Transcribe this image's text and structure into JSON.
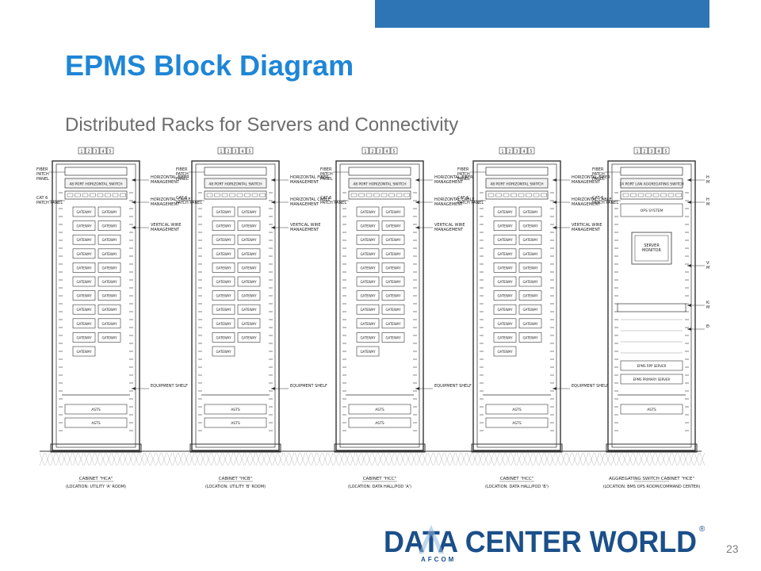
{
  "header": {
    "accent_color": "#2e75b6"
  },
  "slide": {
    "title": "EPMS Block Diagram",
    "subtitle": "Distributed Racks for Servers and Connectivity",
    "number": "23",
    "title_color": "#1f86d6"
  },
  "diagram": {
    "racks": [
      {
        "rack_units": [
          "1",
          "2",
          "3",
          "4",
          "5"
        ],
        "switch": "48 PORT HORIZONTAL SWITCH",
        "gateway_rows": 11,
        "gateway_label": "GATEWAY",
        "last_row_single": true,
        "bottom": [
          "ASTS",
          "ASTS"
        ],
        "left_callouts": [
          "FIBER PATCH PANEL",
          "CAT 6 PATCH PANEL"
        ],
        "right_callouts": [
          "HORIZONTAL FIBER MANAGEMENT",
          "HORIZONTAL CABLE MANAGEMENT",
          "VERTICAL WIRE MANAGEMENT",
          "EQUIPMENT SHELF"
        ],
        "caption": "CABINET \"HCA\"",
        "location": "(LOCATION: UTILITY 'A' ROOM)"
      },
      {
        "rack_units": [
          "1",
          "2",
          "3",
          "4",
          "5"
        ],
        "switch": "48 PORT HORIZONTAL SWITCH",
        "gateway_rows": 11,
        "gateway_label": "GATEWAY",
        "last_row_single": true,
        "bottom": [
          "ASTS",
          "ASTS"
        ],
        "left_callouts": [
          "FIBER PATCH PANEL",
          "CAT 6 PATCH PANEL"
        ],
        "right_callouts": [
          "HORIZONTAL FIBER MANAGEMENT",
          "HORIZONTAL CABLE MANAGEMENT",
          "VERTICAL WIRE MANAGEMENT",
          "EQUIPMENT SHELF"
        ],
        "caption": "CABINET \"HCB\"",
        "location": "(LOCATION: UTILITY 'B' ROOM)"
      },
      {
        "rack_units": [
          "1",
          "2",
          "3",
          "4",
          "5"
        ],
        "switch": "48 PORT HORIZONTAL SWITCH",
        "gateway_rows": 11,
        "gateway_label": "GATEWAY",
        "last_row_single": true,
        "bottom": [
          "ASTS",
          "ASTS"
        ],
        "left_callouts": [
          "FIBER PATCH PANEL",
          "CAT 6 PATCH PANEL"
        ],
        "right_callouts": [
          "HORIZONTAL FIBER MANAGEMENT",
          "HORIZONTAL CABLE MANAGEMENT",
          "VERTICAL WIRE MANAGEMENT",
          "EQUIPMENT SHELF"
        ],
        "caption": "CABINET \"HCC\"",
        "location": "(LOCATION: DATA HALL/POD 'A')"
      },
      {
        "rack_units": [
          "1",
          "2",
          "3",
          "4",
          "5"
        ],
        "switch": "48 PORT HORIZONTAL SWITCH",
        "gateway_rows": 11,
        "gateway_label": "GATEWAY",
        "last_row_single": true,
        "bottom": [
          "ASTS",
          "ASTS"
        ],
        "left_callouts": [
          "FIBER PATCH PANEL",
          "CAT 6 PATCH PANEL"
        ],
        "right_callouts": [
          "HORIZONTAL FIBER MANAGEMENT",
          "HORIZONTAL CABLE MANAGEMENT",
          "VERTICAL WIRE MANAGEMENT",
          "EQUIPMENT SHELF"
        ],
        "caption": "CABINET \"HCC\"",
        "location": "(LOCATION: DATA HALL/POD 'B')"
      },
      {
        "rack_units": [
          "1",
          "2",
          "3",
          "4",
          "5"
        ],
        "switch": "24 PORT LAN AGGREGATING SWITCH",
        "ops_system": "OPS SYSTEM",
        "monitor": "SERVER MONITOR",
        "servers": [
          "EPMS RPP SERVER",
          "EPMS PRIMARY SERVER"
        ],
        "bottom": [
          "ASTS"
        ],
        "left_callouts": [
          "FIBER PATCH PANEL",
          "CAT 6 PATCH PANEL"
        ],
        "right_callouts": [
          "HORIZONTAL FIBER MANAGEMENT",
          "HORIZONTAL CABLE MANAGEMENT",
          "VERTICAL WIRE MANAGEMENT",
          "KEYBOARD SHELF MOUSE TRAY",
          "EQUIPMENT SHELF"
        ],
        "caption": "AGGREGATING SWITCH CABINET \"HCE\"",
        "location": "(LOCATION: BMS OPS ROOM/COMMAND CENTER)"
      }
    ]
  },
  "footer": {
    "logo_text": "DATA CENTER WORLD",
    "logo_sub": "AFCOM",
    "logo_mark": "®",
    "logo_color": "#1b4f8a"
  }
}
